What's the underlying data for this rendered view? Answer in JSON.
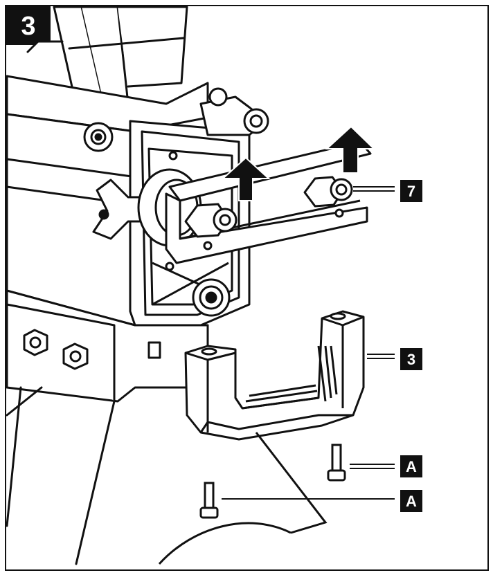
{
  "step": {
    "number": "3"
  },
  "callouts": [
    {
      "id": "7",
      "label": "7"
    },
    {
      "id": "3",
      "label": "3"
    },
    {
      "id": "A1",
      "label": "A"
    },
    {
      "id": "A2",
      "label": "A"
    }
  ],
  "colors": {
    "ink": "#111111",
    "paper": "#ffffff",
    "badge_fill": "#111111",
    "badge_text": "#ffffff"
  }
}
